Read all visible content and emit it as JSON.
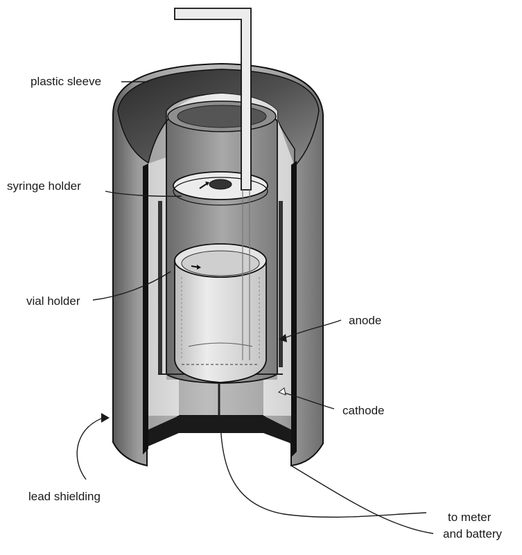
{
  "labels": {
    "plastic_sleeve": "plastic sleeve",
    "syringe_holder": "syringe holder",
    "vial_holder": "vial holder",
    "anode": "anode",
    "cathode": "cathode",
    "lead_shielding": "lead shielding",
    "to_meter_line1": "to meter",
    "to_meter_line2": "and battery"
  },
  "colors": {
    "outline": "#111111",
    "shield_dark": "#3a3a3a",
    "shield_mid": "#9a9a9a",
    "chamber_light": "#e6e6e6",
    "vial": "#d4d4d4"
  }
}
